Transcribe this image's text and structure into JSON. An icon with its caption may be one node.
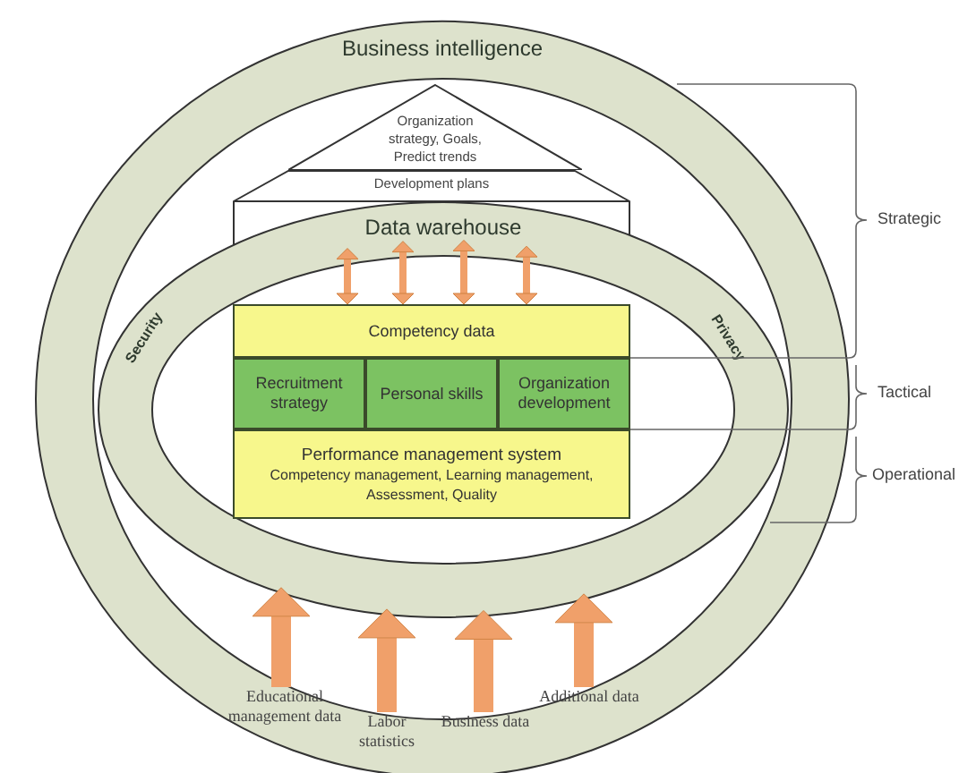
{
  "diagram": {
    "nodes": [
      {
        "text": [
          "Business intelligence"
        ]
      },
      {
        "text": [
          "Organization strategy, Goals, Predict trends"
        ],
        "in": 0
      },
      {
        "text": [
          "Development plans"
        ],
        "in": 0
      },
      {
        "text": [
          "Data warehouse",
          "Security",
          "Privacy"
        ],
        "in": 0
      },
      {
        "text": [
          "Competency data"
        ],
        "in": 3
      },
      {
        "text": [
          "Recruitment strategy"
        ],
        "in": 3
      },
      {
        "text": [
          "Personal skills"
        ],
        "in": 3
      },
      {
        "text": [
          "Organization development"
        ],
        "in": 3
      },
      {
        "text": [
          "Performance management system",
          "Competency management, Learning management, Assessment, Quality"
        ],
        "in": 3
      },
      {
        "text": [
          "Educational management data"
        ],
        "in": 0
      },
      {
        "text": [
          "Labor statistics"
        ],
        "in": 0
      },
      {
        "text": [
          "Business data"
        ],
        "in": 0
      },
      {
        "text": [
          "Additional data"
        ],
        "in": 0
      }
    ],
    "edges": [
      {
        "from": 3,
        "to": 4,
        "arrow": "both"
      },
      {
        "from": 3,
        "to": 4,
        "arrow": "both"
      },
      {
        "from": 3,
        "to": 4,
        "arrow": "both"
      },
      {
        "from": 3,
        "to": 4,
        "arrow": "both"
      },
      {
        "from": 9,
        "to": 3,
        "arrow": "to",
        "style": "thick"
      },
      {
        "from": 10,
        "to": 3,
        "arrow": "to",
        "style": "thick"
      },
      {
        "from": 11,
        "to": 3,
        "arrow": "to",
        "style": "thick"
      },
      {
        "from": 12,
        "to": 3,
        "arrow": "to",
        "style": "thick"
      }
    ],
    "labels": [
      "Strategic",
      "Tactical",
      "Operational"
    ]
  }
}
